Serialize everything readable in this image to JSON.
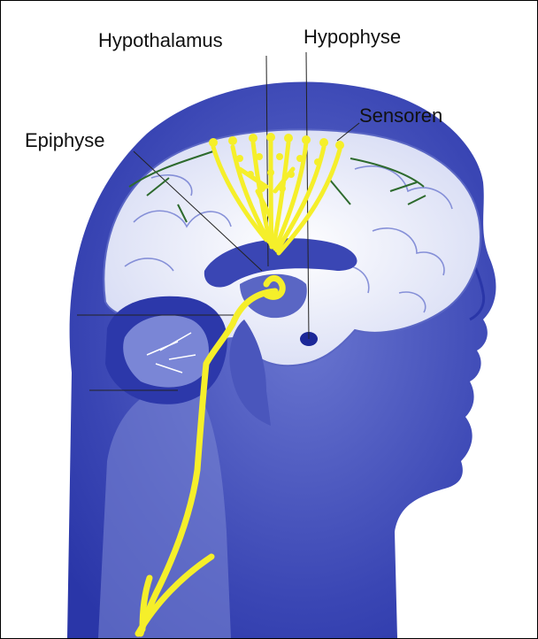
{
  "labels": {
    "hypothalamus": "Hypothalamus",
    "hypophyse": "Hypophyse",
    "sensoren": "Sensoren",
    "epiphyse": "Epiphyse"
  },
  "colors": {
    "head_blue": "#3c48b8",
    "head_light": "#8c98dc",
    "brain_pale": "#eef0fb",
    "nerve_yellow": "#f5ef2a",
    "label_text": "#111111"
  }
}
